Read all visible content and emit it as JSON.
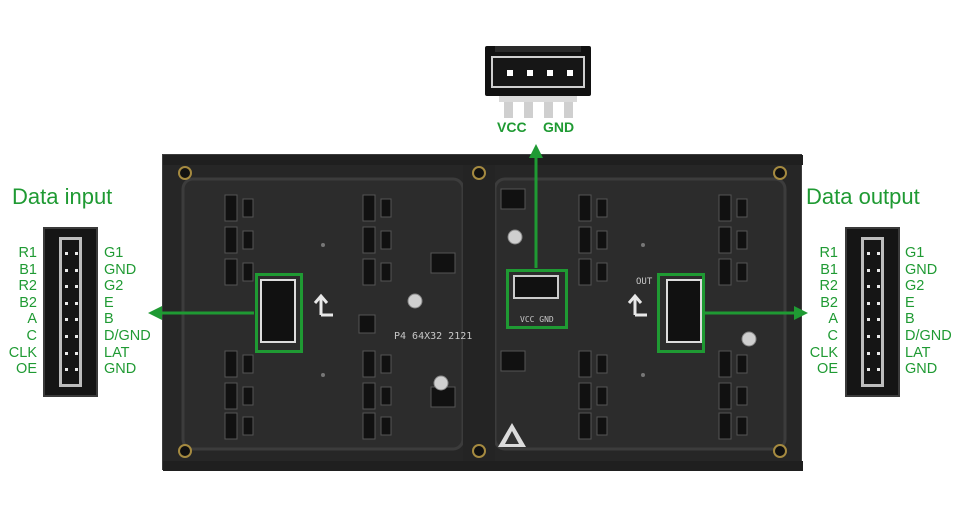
{
  "labels": {
    "data_input": "Data input",
    "data_output": "Data output",
    "vcc": "VCC",
    "gnd": "GND"
  },
  "input_pins": {
    "left": [
      "R1",
      "B1",
      "R2",
      "B2",
      "A",
      "C",
      "CLK",
      "OE"
    ],
    "right": [
      "G1",
      "GND",
      "G2",
      "E",
      "B",
      "D/GND",
      "LAT",
      "GND"
    ]
  },
  "output_pins": {
    "left": [
      "R1",
      "B1",
      "R2",
      "B2",
      "A",
      "C",
      "CLK",
      "OE"
    ],
    "right": [
      "G1",
      "GND",
      "G2",
      "E",
      "B",
      "D/GND",
      "LAT",
      "GND"
    ]
  },
  "board": {
    "model": "P4 64X32 2121",
    "out_mark": "OUT",
    "power_silk": [
      "VCC",
      "GND"
    ]
  },
  "colors": {
    "accent": "#1f9a33",
    "board": "#232323"
  }
}
